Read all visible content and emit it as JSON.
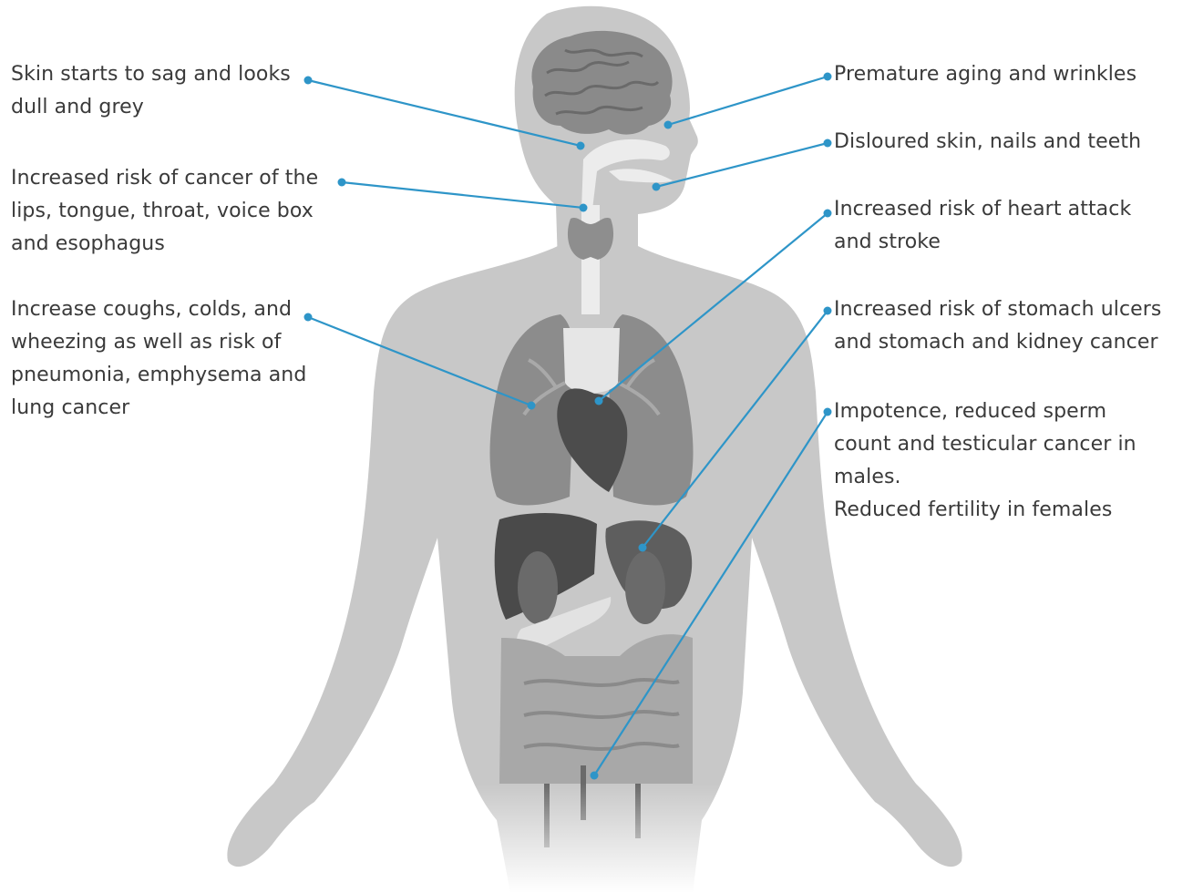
{
  "colors": {
    "leader_line": "#2e95c8",
    "body_silhouette": "#c8c8c8",
    "organ_dark": "#5a5a5a",
    "organ_mid": "#7d7d7d",
    "organ_light": "#e8e8e8",
    "text": "#3a3a3a"
  },
  "labels": [
    {
      "id": "skin-sag",
      "text": "Skin starts to sag and looks\ndull and grey"
    },
    {
      "id": "mouth-cancer",
      "text": "Increased risk of cancer of the\nlips, tongue, throat, voice box\nand esophagus"
    },
    {
      "id": "lungs",
      "text": "Increase coughs, colds, and\nwheezing as well as risk of\npneumonia, emphysema and\nlung cancer"
    },
    {
      "id": "aging",
      "text": "Premature aging and wrinkles"
    },
    {
      "id": "discoloured",
      "text": "Disloured skin, nails and teeth"
    },
    {
      "id": "heart",
      "text": "Increased risk of heart attack\nand stroke"
    },
    {
      "id": "stomach",
      "text": "Increased risk of stomach ulcers\nand stomach and kidney cancer"
    },
    {
      "id": "reproductive",
      "text": "Impotence, reduced sperm\ncount and testicular cancer in\nmales.\nReduced fertility in females"
    }
  ]
}
